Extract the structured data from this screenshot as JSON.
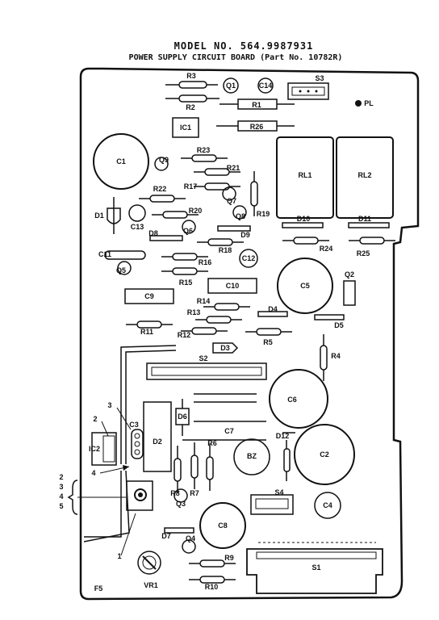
{
  "header": {
    "model": "MODEL NO. 564.9987931",
    "title": "POWER SUPPLY CIRCUIT BOARD (Part No. 10782R)"
  },
  "labels": {
    "R3": "R3",
    "Q1": "Q1",
    "C14": "C14",
    "S3": "S3",
    "R2": "R2",
    "R1": "R1",
    "PL": "PL",
    "IC1": "IC1",
    "R26": "R26",
    "C1": "C1",
    "R23": "R23",
    "Q9": "Q9",
    "R21": "R21",
    "RL1": "RL1",
    "RL2": "RL2",
    "R22": "R22",
    "R17": "R17",
    "Q7": "Q7",
    "R19": "R19",
    "D1": "D1",
    "R20": "R20",
    "Q8": "Q8",
    "C13": "C13",
    "D10": "D10",
    "D11": "D11",
    "D8": "D8",
    "Q6": "Q6",
    "D9": "D9",
    "C11": "C11",
    "R18": "R18",
    "C12": "C12",
    "R24": "R24",
    "R25": "R25",
    "R16": "R16",
    "Q5": "Q5",
    "Q2": "Q2",
    "R15": "R15",
    "C10": "C10",
    "C5": "C5",
    "C9": "C9",
    "R14": "R14",
    "R13": "R13",
    "D4": "D4",
    "R11": "R11",
    "R12": "R12",
    "R5": "R5",
    "D5": "D5",
    "D3": "D3",
    "R4": "R4",
    "S2": "S2",
    "C6": "C6",
    "n3": "3",
    "n2": "2",
    "C3": "C3",
    "D6": "D6",
    "IC2": "IC2",
    "D2": "D2",
    "C7": "C7",
    "D12": "D12",
    "n4": "4",
    "R6": "R6",
    "BZ": "BZ",
    "C2": "C2",
    "k2": "2",
    "k3": "3",
    "k4": "4",
    "k5": "5",
    "R8": "R8",
    "R7": "R7",
    "S4": "S4",
    "C4": "C4",
    "Q3": "Q3",
    "C8": "C8",
    "n1": "1",
    "D7": "D7",
    "Q4": "Q4",
    "R9": "R9",
    "S1": "S1",
    "F5": "F5",
    "VR1": "VR1",
    "R10": "R10"
  }
}
